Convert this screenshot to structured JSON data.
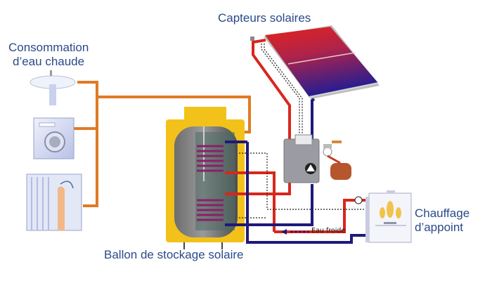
{
  "labels": {
    "collectors": "Capteurs solaires",
    "consumption_line1": "Consommation",
    "consumption_line2": "d’eau chaude",
    "storage": "Ballon de stockage solaire",
    "backup_line1": "Chauffage",
    "backup_line2": "d’appoint",
    "cold_water": "Eau froide"
  },
  "components": [
    {
      "name": "solar-collector",
      "label": "Capteurs solaires"
    },
    {
      "name": "washbasin"
    },
    {
      "name": "washing-machine"
    },
    {
      "name": "shower"
    },
    {
      "name": "storage-tank",
      "label": "Ballon de stockage solaire"
    },
    {
      "name": "pump-station"
    },
    {
      "name": "expansion-vessel"
    },
    {
      "name": "backup-boiler",
      "label": "Chauffage d’appoint"
    }
  ],
  "colors": {
    "hot_pipe": "#d8281e",
    "cold_pipe": "#1f1a7a",
    "domestic_hot": "#e07a25",
    "tank_insulation": "#f3c21a",
    "label_text": "#2a4a8a"
  }
}
